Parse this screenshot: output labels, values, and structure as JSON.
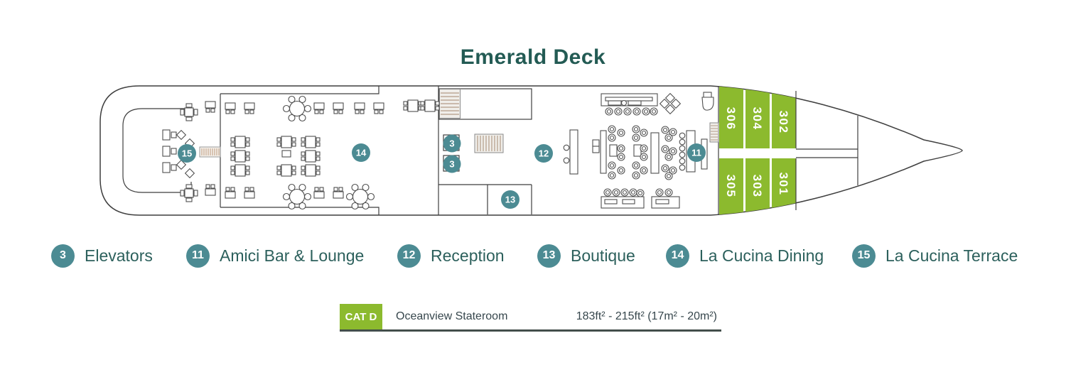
{
  "title": "Emerald Deck",
  "colors": {
    "marker_teal": "#4C8B93",
    "text_teal": "#2C605C",
    "stateroom_green": "#8CBA2E",
    "outline_gray": "#3F3F3F"
  },
  "plan": {
    "markers": [
      "15",
      "14",
      "3",
      "3",
      "12",
      "13",
      "11"
    ],
    "staterooms": {
      "top_row": [
        "306",
        "304",
        "302"
      ],
      "bottom_row": [
        "305",
        "303",
        "301"
      ]
    }
  },
  "legend": {
    "items": [
      {
        "number": "3",
        "label": "Elevators"
      },
      {
        "number": "11",
        "label": "Amici Bar & Lounge"
      },
      {
        "number": "12",
        "label": "Reception"
      },
      {
        "number": "13",
        "label": "Boutique"
      },
      {
        "number": "14",
        "label": "La Cucina Dining"
      },
      {
        "number": "15",
        "label": "La Cucina Terrace"
      }
    ]
  },
  "category_legend": {
    "code": "CAT D",
    "name": "Oceanview Stateroom",
    "size_range": "183ft² - 215ft² (17m² - 20m²)"
  }
}
